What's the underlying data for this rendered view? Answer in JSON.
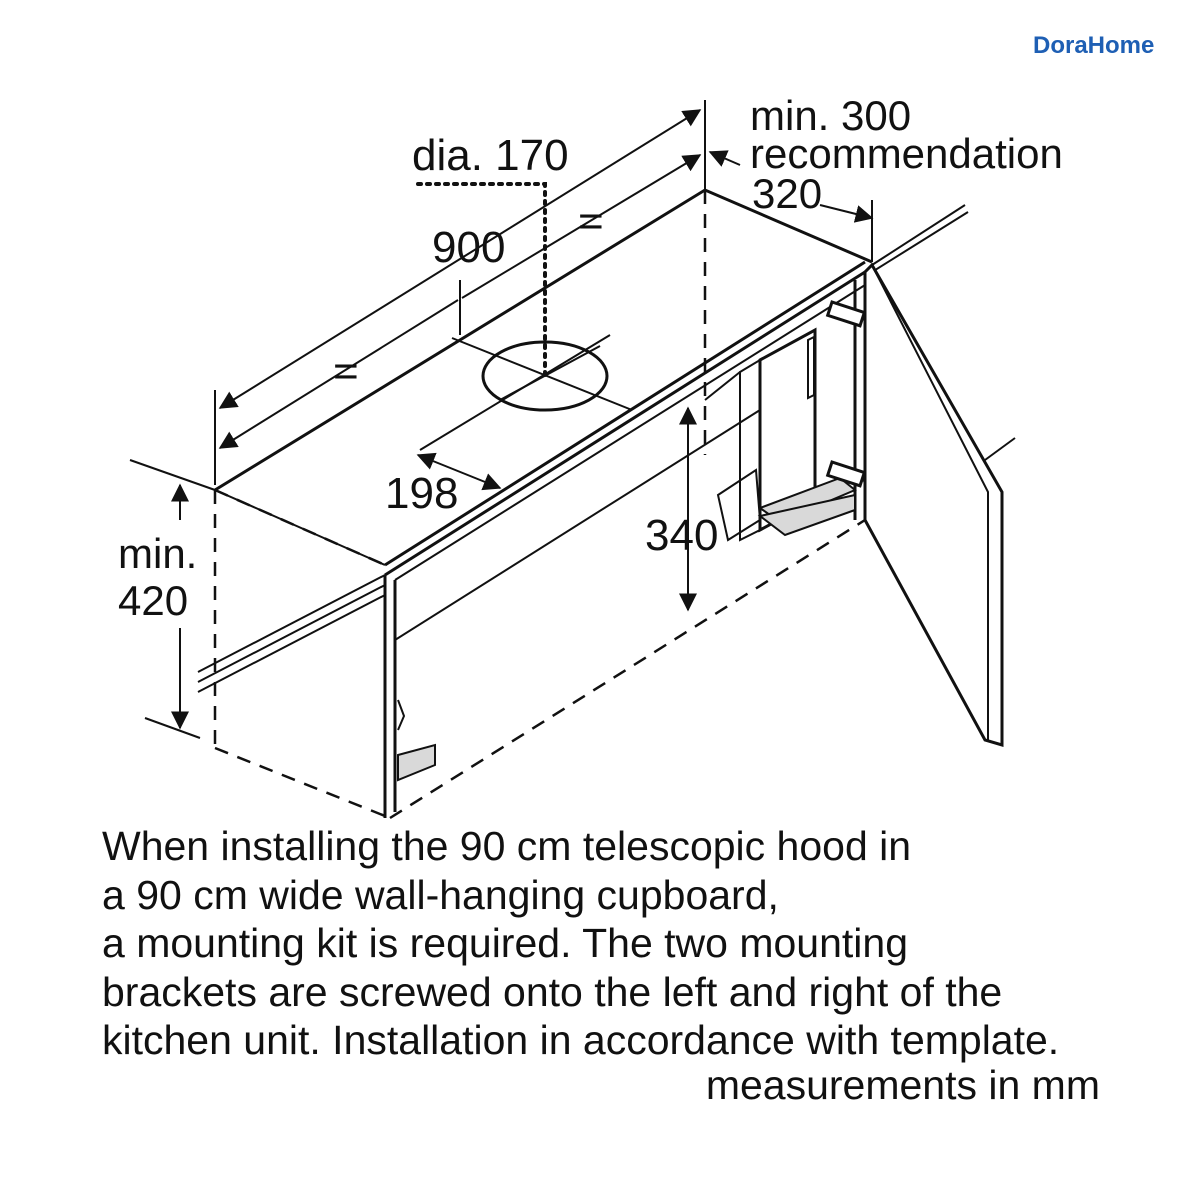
{
  "brand": {
    "logo_text": "DoraHome",
    "color": "#1e5fb4"
  },
  "diagram": {
    "labels": {
      "dia": "dia. 170",
      "width": "900",
      "equal_left": "=",
      "equal_right": "=",
      "min_300": "min. 300",
      "recommendation": "recommendation",
      "depth_320": "320",
      "offset_198": "198",
      "height_340": "340",
      "min_label": "min.",
      "min_420": "420"
    }
  },
  "caption": {
    "lines": [
      "When installing the 90 cm telescopic hood in",
      "a 90 cm wide wall-hanging cupboard,",
      "a mounting kit is required. The two mounting",
      "brackets are screwed onto the left and right of the",
      "kitchen unit. Installation in accordance with template."
    ],
    "units": "measurements in mm"
  }
}
